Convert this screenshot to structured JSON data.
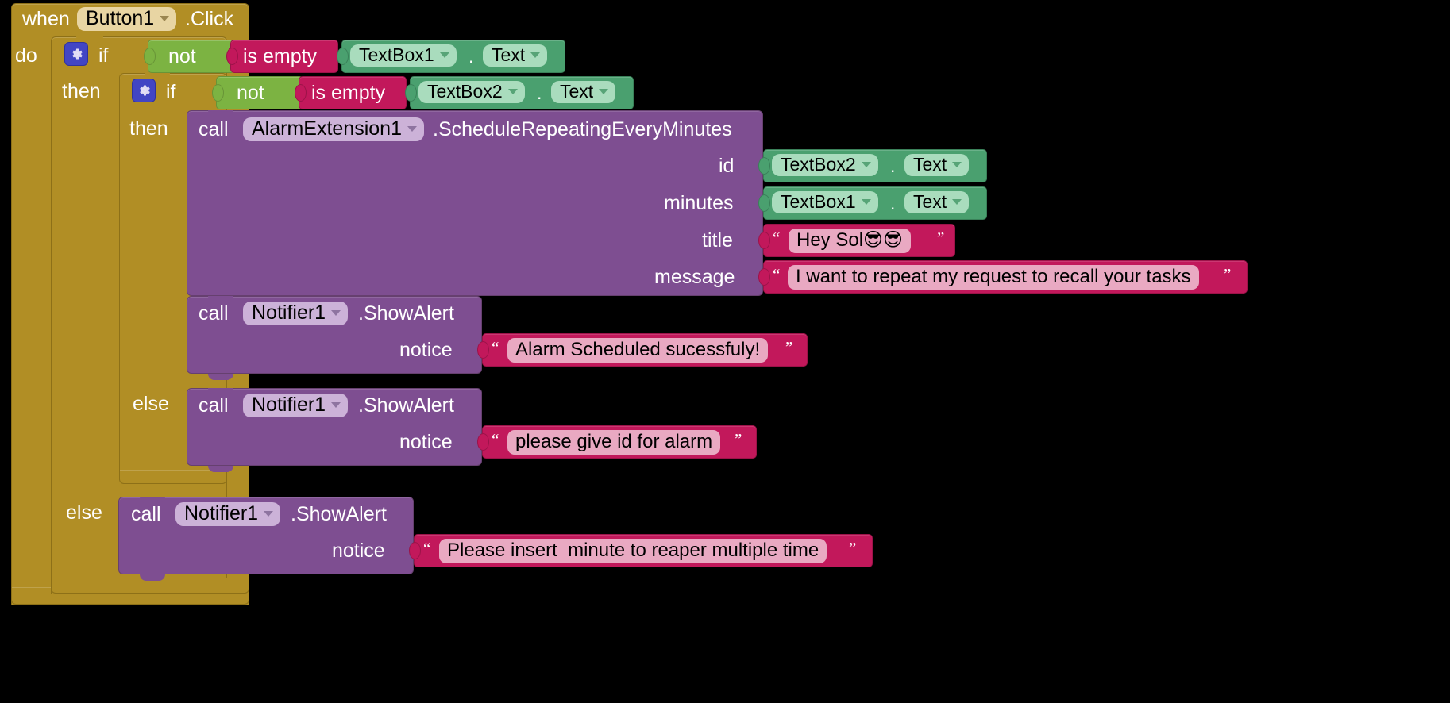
{
  "editor": {
    "app": "MIT App Inventor Blocks Editor",
    "background": "#000000"
  },
  "palette": {
    "event_gold": "#b18e25",
    "logic_green": "#7cb342",
    "text_magenta": "#c2185b",
    "component_teal": "#4aa06f",
    "method_purple": "#7e4e91",
    "mutator_blue": "#4245c4"
  },
  "blocks": {
    "event": {
      "when": "when",
      "component": "Button1",
      "event_name": ".Click",
      "do": "do"
    },
    "outer_if": {
      "if": "if",
      "then": "then",
      "else": "else",
      "condition": {
        "not": "not",
        "is_empty": "is empty",
        "component": "TextBox1",
        "dot": ".",
        "property": "Text"
      }
    },
    "inner_if": {
      "if": "if",
      "then": "then",
      "else": "else",
      "condition": {
        "not": "not",
        "is_empty": "is empty",
        "component": "TextBox2",
        "dot": ".",
        "property": "Text"
      }
    },
    "alarm_call": {
      "call": "call",
      "component": "AlarmExtension1",
      "method": ".ScheduleRepeatingEveryMinutes",
      "params": [
        {
          "name": "id",
          "kind": "getter",
          "component": "TextBox2",
          "dot": ".",
          "property": "Text"
        },
        {
          "name": "minutes",
          "kind": "getter",
          "component": "TextBox1",
          "dot": ".",
          "property": "Text"
        },
        {
          "name": "title",
          "kind": "text",
          "value": "Hey Sol😎😎",
          "open_quote": "“",
          "close_quote": "”"
        },
        {
          "name": "message",
          "kind": "text",
          "value": "I want to repeat my request to recall your tasks",
          "open_quote": "“",
          "close_quote": "”"
        }
      ]
    },
    "alert_success": {
      "call": "call",
      "component": "Notifier1",
      "method": ".ShowAlert",
      "param_name": "notice",
      "open_quote": "“",
      "close_quote": "”",
      "value": "Alarm Scheduled sucessfuly!"
    },
    "alert_no_id": {
      "call": "call",
      "component": "Notifier1",
      "method": ".ShowAlert",
      "param_name": "notice",
      "open_quote": "“",
      "close_quote": "”",
      "value": "please give id for alarm"
    },
    "alert_no_minute": {
      "call": "call",
      "component": "Notifier1",
      "method": ".ShowAlert",
      "param_name": "notice",
      "open_quote": "“",
      "close_quote": "”",
      "value": "Please insert  minute to reaper multiple time"
    }
  }
}
